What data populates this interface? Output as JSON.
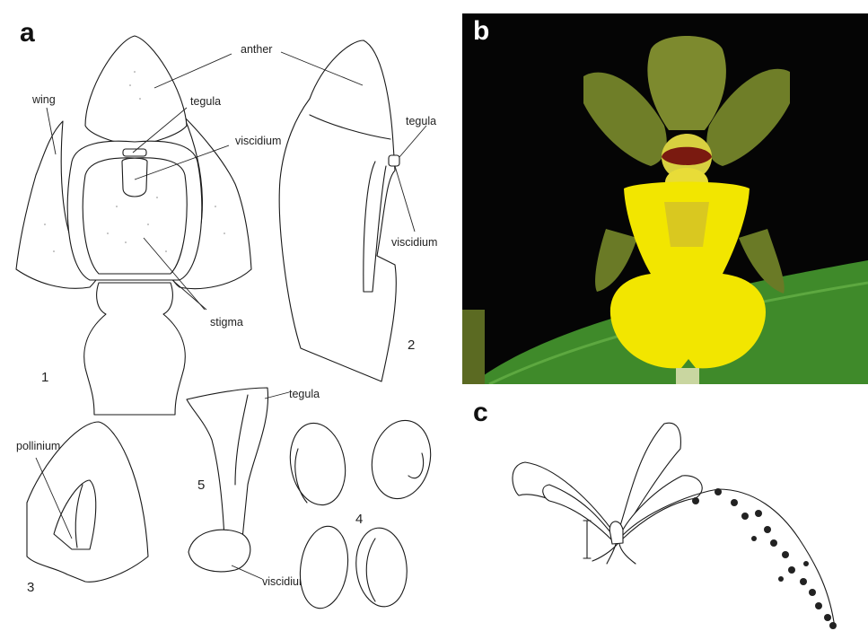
{
  "panels": {
    "a": "a",
    "b": "b",
    "c": "c"
  },
  "labels": {
    "anther": "anther",
    "wing": "wing",
    "tegula_1": "tegula",
    "viscidium_1": "viscidium",
    "stigma": "stigma",
    "tegula_2": "tegula",
    "viscidium_2": "viscidium",
    "pollinium": "pollinium",
    "tegula_5": "tegula",
    "viscidium_5": "viscidium"
  },
  "figure_numbers": {
    "n1": "1",
    "n2": "2",
    "n3": "3",
    "n4": "4",
    "n5": "5"
  },
  "colors": {
    "photo_background": "#050505",
    "leaf_green": "#3f8a2a",
    "lip_yellow": "#f2e600",
    "sepal_olive": "#7d8a2e"
  }
}
